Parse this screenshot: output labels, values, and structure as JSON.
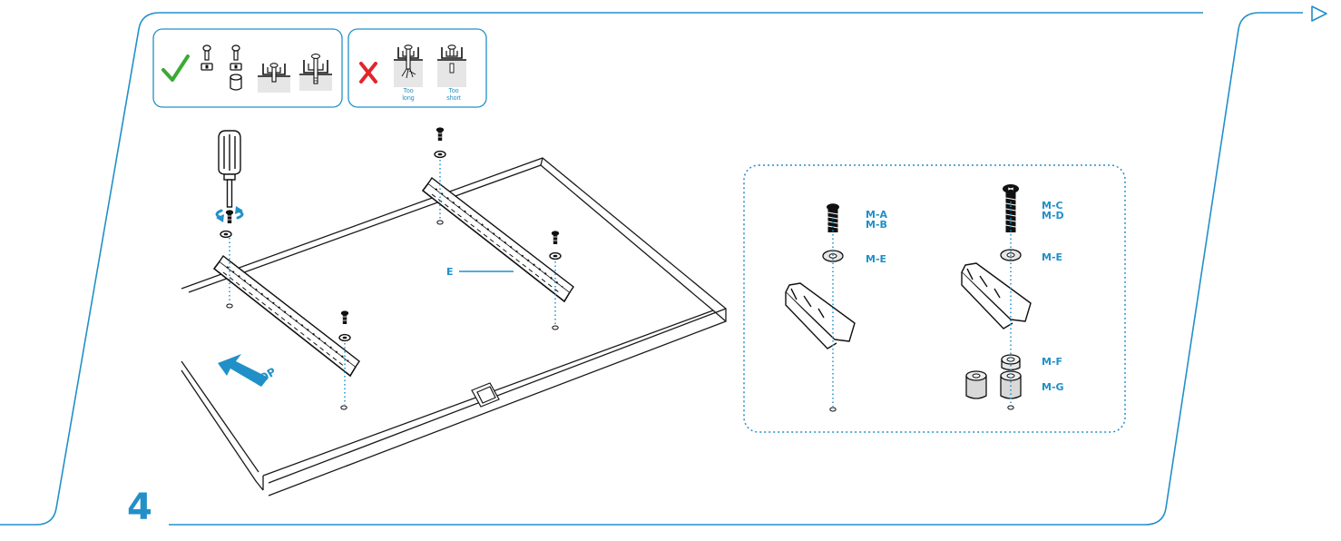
{
  "step_number": "4",
  "colors": {
    "accent": "#2190c8",
    "check": "#3aaa35",
    "cross": "#e3242b",
    "line": "#1a1a1a"
  },
  "wrong_panel": {
    "too_long": [
      "Too",
      "long"
    ],
    "too_short": [
      "Too",
      "short"
    ]
  },
  "main_view": {
    "bracket_label": "E",
    "top_label": "TOP"
  },
  "detail": {
    "left": {
      "screw_labels": [
        "M-A",
        "M-B"
      ],
      "washer_label": "M-E"
    },
    "right": {
      "screw_labels": [
        "M-C",
        "M-D"
      ],
      "washer_label": "M-E",
      "spacer_short": "M-F",
      "spacer_long": "M-G"
    }
  },
  "icons": [
    "check-icon",
    "cross-icon",
    "next-page-arrow-icon",
    "screwdriver-icon",
    "rotate-arrow-icon",
    "top-arrow-icon"
  ]
}
